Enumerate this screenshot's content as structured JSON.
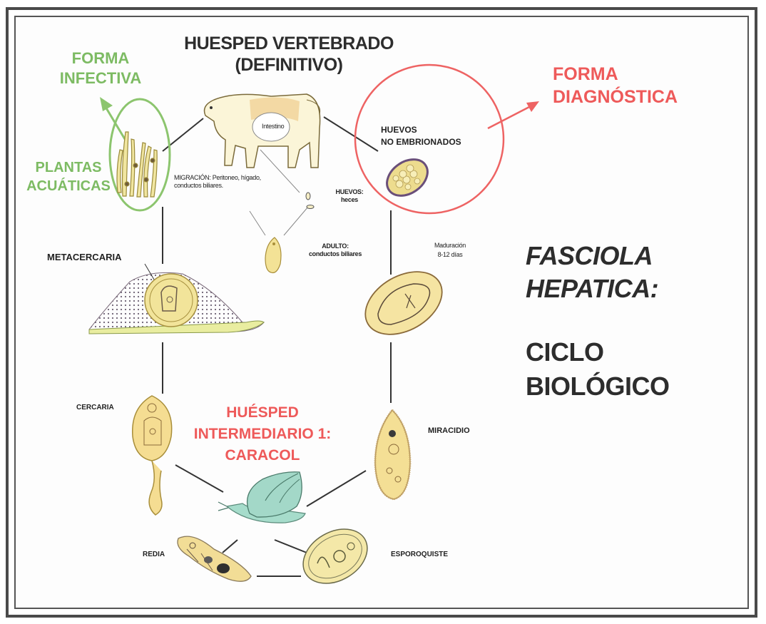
{
  "title": {
    "line1": "HUESPED VERTEBRADO",
    "line2": "(DEFINITIVO)"
  },
  "forma_infectiva": {
    "line1": "FORMA",
    "line2": "INFECTIVA"
  },
  "plantas": {
    "line1": "PLANTAS",
    "line2": "ACUÁTICAS"
  },
  "forma_diagnostica": {
    "line1": "FORMA",
    "line2": "DIAGNÓSTICA"
  },
  "huevos_embrionados": {
    "line1": "HUEVOS",
    "line2": "NO EMBRIONADOS"
  },
  "intestino": "Intestino",
  "migracion": {
    "line1": "MIGRACIÓN: Peritoneo, hígado,",
    "line2": "conductos biliares."
  },
  "huevos_heces": {
    "line1": "HUEVOS:",
    "line2": "heces"
  },
  "adulto": {
    "line1": "ADULTO:",
    "line2": "conductos biliares"
  },
  "maduracion": {
    "line1": "Maduración",
    "line2": "8-12 días"
  },
  "metacercaria": "METACERCARIA",
  "fasciola": {
    "line1": "FASCIOLA",
    "line2": "HEPATICA:"
  },
  "ciclo": {
    "line1": "CICLO",
    "line2": "BIOLÓGICO"
  },
  "cercaria": "CERCARIA",
  "huesped_intermediario": {
    "line1": "HUÉSPED",
    "line2": "INTERMEDIARIO 1:",
    "line3": "CARACOL"
  },
  "miracidio": "MIRACIDIO",
  "redia": "REDIA",
  "esporoquiste": "ESPOROQUISTE",
  "colors": {
    "green": "#7dbb63",
    "red": "#ee5a5a",
    "yellow": "#f3e9a6",
    "snail": "#9fd8c8"
  },
  "icons": [
    "cow-illustration",
    "aquatic-plants-illustration",
    "egg-illustration",
    "adult-fluke-illustration",
    "metacercaria-illustration",
    "embryonating-egg-illustration",
    "cercaria-illustration",
    "snail-illustration",
    "miracidium-illustration",
    "redia-illustration",
    "sporocyst-illustration"
  ]
}
